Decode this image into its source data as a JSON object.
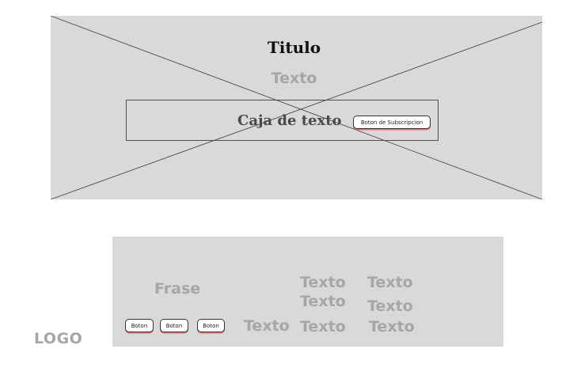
{
  "hero": {
    "title": "Titulo",
    "text": "Texto",
    "text_box": {
      "label": "Caja de texto",
      "subscribe_button": "Boton de  Subscripcion"
    }
  },
  "footer": {
    "logo": "LOGO",
    "phrase": "Frase",
    "buttons": [
      "Boton",
      "Boton",
      "Boton"
    ],
    "texts": [
      "Texto",
      "Texto",
      "Texto",
      "Texto",
      "Texto",
      "Texto",
      "Texto"
    ]
  },
  "colors": {
    "placeholder_bg": "#d9d9d9",
    "muted_text": "#a6a6a6",
    "button_shadow": "#e07070"
  }
}
